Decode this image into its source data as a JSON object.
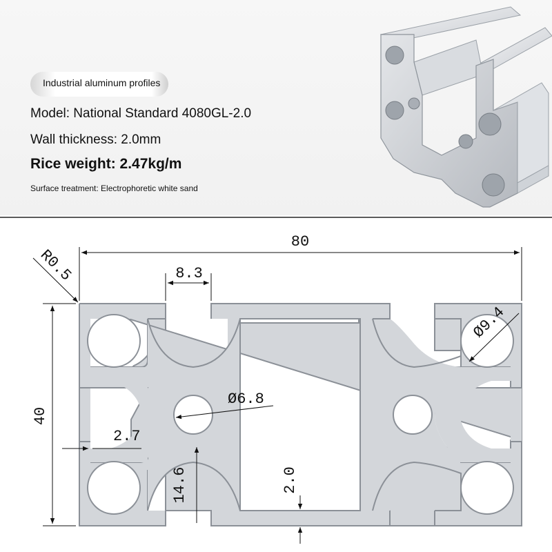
{
  "header": {
    "badge": "Industrial aluminum profiles",
    "model": "Model: National Standard 4080GL-2.0",
    "wall_thickness": "Wall thickness: 2.0mm",
    "rice_weight": "Rice weight: 2.47kg/m",
    "surface_treatment": "Surface treatment: Electrophoretic white sand"
  },
  "drawing": {
    "width_label": "80",
    "height_label": "40",
    "slot_width_label": "8.3",
    "corner_radius_label": "R0.5",
    "big_hole_label": "Ø9.4",
    "small_hole_label": "Ø6.8",
    "lip_label": "2.7",
    "depth_label": "14.6",
    "wall_label": "2.0"
  },
  "colors": {
    "profile_fill": "#d3d6da",
    "profile_stroke": "#8b9097",
    "line": "#111111"
  }
}
